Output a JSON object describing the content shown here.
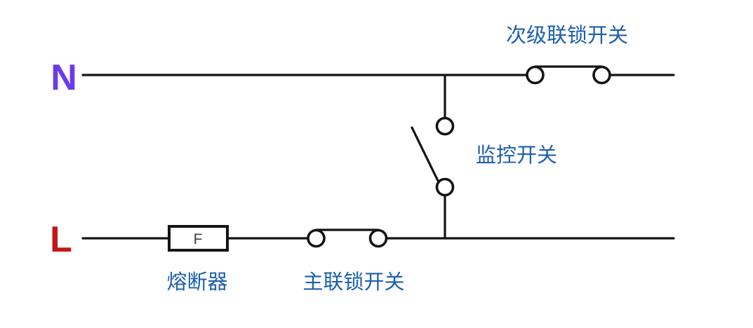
{
  "diagram": {
    "type": "circuit-schematic",
    "background": "#ffffff",
    "colors": {
      "wire": "#141414",
      "neutral_label": "#6A3BEC",
      "live_label": "#C01818",
      "annotation": "#1B5FAC",
      "fuse_letter": "#3C3C3C"
    },
    "rails": {
      "neutral": {
        "label": "N"
      },
      "live": {
        "label": "L"
      }
    },
    "fuse": {
      "symbol": "F",
      "label": "熔断器"
    },
    "switches": {
      "secondary_interlock": {
        "label": "次级联锁开关",
        "state": "closed"
      },
      "monitor": {
        "label": "监控开关",
        "state": "open"
      },
      "main_interlock": {
        "label": "主联锁开关",
        "state": "closed"
      }
    }
  }
}
